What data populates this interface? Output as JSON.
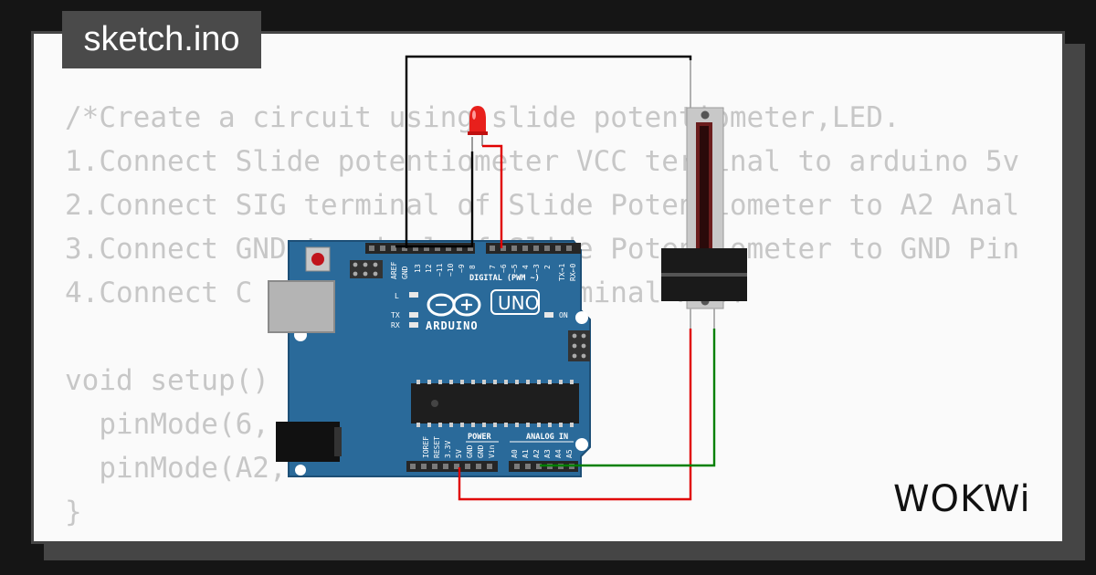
{
  "tab": {
    "title": "sketch.ino"
  },
  "code_lines": [
    "/*Create a circuit using slide potentiometer,LED.",
    "1.Connect Slide potentiometer VCC terminal to arduino 5v",
    "2.Connect SIG terminal of Slide Potentiometer to A2 Anal",
    "3.Connect GND terminal of Slide Potentiometer to GND Pin",
    "4.Connect C t... Gro... nd terminal A of",
    "",
    "void setup()",
    "  pinMode(6,",
    "  pinMode(A2,",
    "}"
  ],
  "board": {
    "brand": "ARDUINO",
    "model": "UNO",
    "digital_header": "DIGITAL (PWM ~)",
    "digital_pins": [
      "AREF",
      "GND",
      "13",
      "12",
      "~11",
      "~10",
      "~9",
      "8",
      "7",
      "~6",
      "~5",
      "4",
      "~3",
      "2",
      "TX→1",
      "RX←0"
    ],
    "power_header": "POWER",
    "power_pins": [
      "IOREF",
      "RESET",
      "3.3V",
      "5V",
      "GND",
      "GND",
      "Vin"
    ],
    "analog_header": "ANALOG IN",
    "analog_pins": [
      "A0",
      "A1",
      "A2",
      "A3",
      "A4",
      "A5"
    ],
    "leds": {
      "l": "L",
      "tx": "TX",
      "rx": "RX",
      "on": "ON"
    }
  },
  "wires": {
    "gnd": "#000000",
    "signal": "#e00000",
    "vcc": "#e00000",
    "analog": "#008000"
  },
  "colors": {
    "board": "#2a6a9a",
    "background": "#fafafa",
    "code_text": "#c7c7c7",
    "tab": "#4a4a4a"
  },
  "logo": {
    "text": "WOKWi"
  }
}
